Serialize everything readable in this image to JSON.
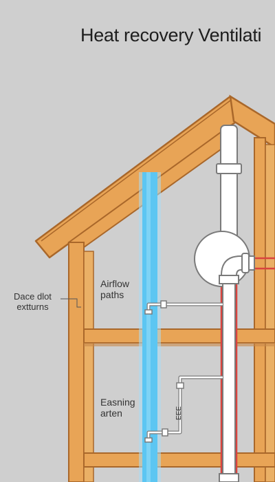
{
  "title": "Heat recovery Ventilati",
  "labels": {
    "left_callout": [
      "Dace dlot",
      "extturns"
    ],
    "airflow": [
      "Airflow",
      "paths"
    ],
    "lower": [
      "Easning",
      "arten"
    ],
    "vertical": "ƎƎƎ"
  },
  "colors": {
    "background": "#cfcfcf",
    "timber": "#e8a456",
    "timber_edge": "#a9672a",
    "duct_blue": "#5cc6f2",
    "duct_white": "#ffffff",
    "duct_red": "#d9433f",
    "pipe_gray": "#7a7a7a"
  }
}
